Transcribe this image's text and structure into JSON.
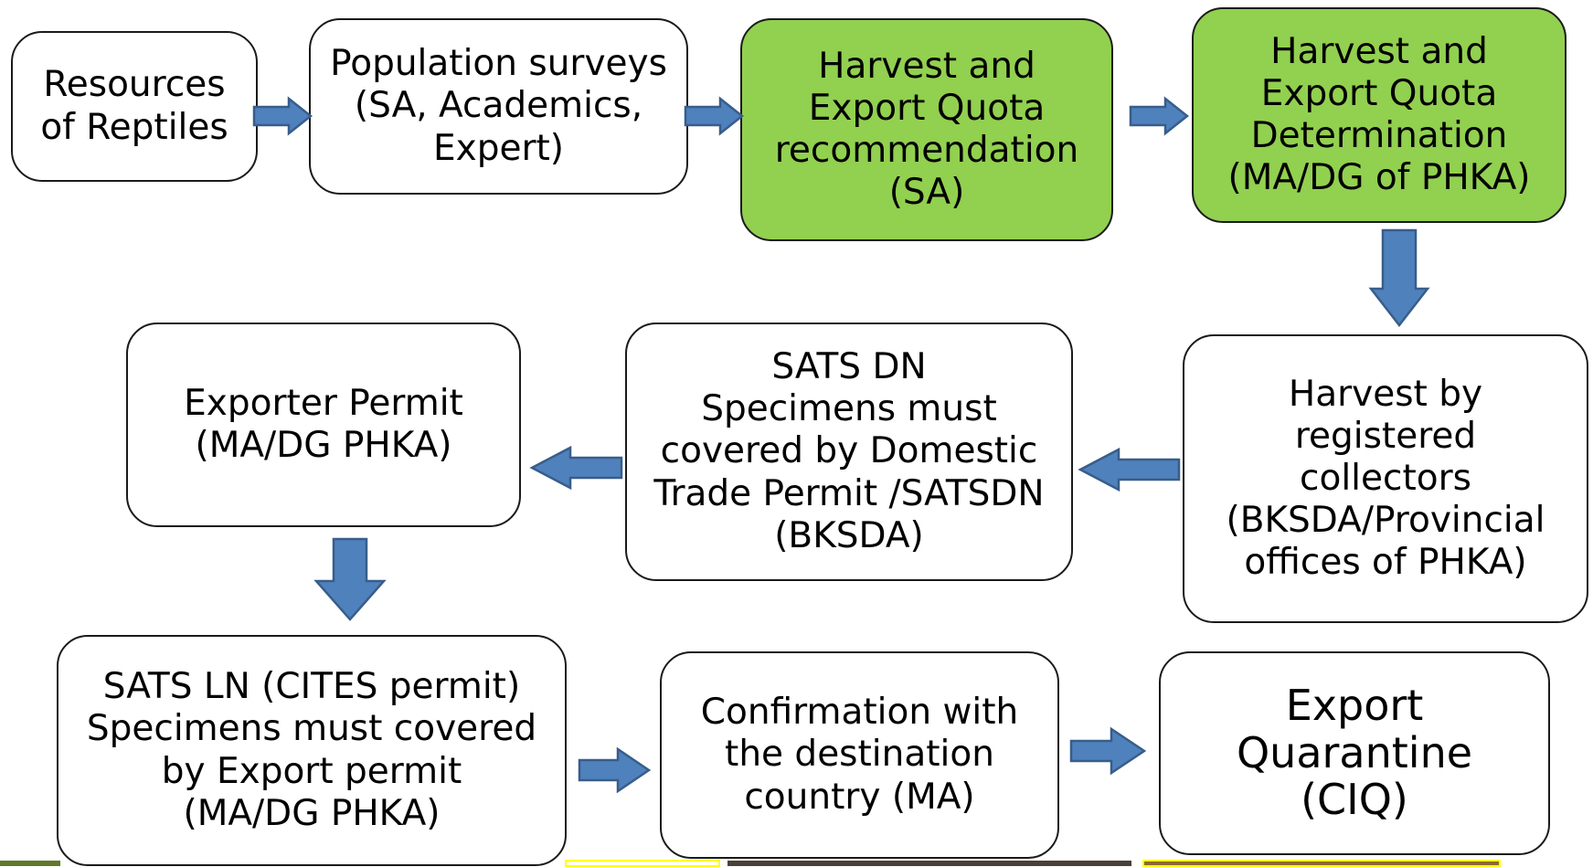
{
  "colors": {
    "highlight_box": "#92d050",
    "arrow_fill": "#4f81bd",
    "arrow_outline": "#385d8a",
    "box_border": "#1a1a1a"
  },
  "steps": {
    "resources": "Resources\nof Reptiles",
    "population_surveys": "Population surveys\n(SA, Academics,\nExpert)",
    "quota_recommendation": "Harvest and\nExport Quota\nrecommendation\n(SA)",
    "quota_determination": "Harvest and\nExport Quota\nDetermination\n(MA/DG of PHKA)",
    "harvest_collectors": "Harvest  by\nregistered\ncollectors\n(BKSDA/Provincial\noffices of PHKA)",
    "sats_dn": "SATS DN\nSpecimens must\ncovered by Domestic\nTrade Permit /SATSDN\n(BKSDA)",
    "exporter_permit": "Exporter Permit\n(MA/DG PHKA)",
    "sats_ln": "SATS LN (CITES permit)\nSpecimens must covered\nby Export permit\n(MA/DG PHKA)",
    "confirmation": "Confirmation with\nthe destination\ncountry (MA)",
    "export_quarantine": "Export\nQuarantine\n(CIQ)"
  },
  "icons": {
    "arrow_right": "block-arrow-right-icon",
    "arrow_left": "block-arrow-left-icon",
    "arrow_down": "block-arrow-down-icon"
  }
}
